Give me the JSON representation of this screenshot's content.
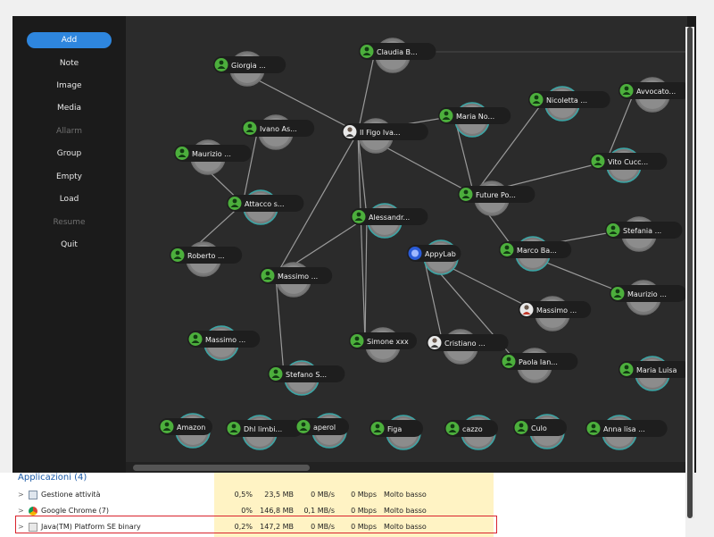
{
  "sidebar": {
    "items": [
      {
        "label": "Add",
        "state": "primary"
      },
      {
        "label": "Note",
        "state": "normal"
      },
      {
        "label": "Image",
        "state": "normal"
      },
      {
        "label": "Media",
        "state": "normal"
      },
      {
        "label": "Allarm",
        "state": "disabled"
      },
      {
        "label": "Group",
        "state": "normal"
      },
      {
        "label": "Empty",
        "state": "normal"
      },
      {
        "label": "Load",
        "state": "normal"
      },
      {
        "label": "Resume",
        "state": "disabled"
      },
      {
        "label": "Quit",
        "state": "normal"
      }
    ]
  },
  "graph": {
    "nodes": [
      {
        "id": "claudia",
        "label": "Claudia B...",
        "icon": "user",
        "ring": "grey"
      },
      {
        "id": "giorgia",
        "label": "Giorgia ...",
        "icon": "user",
        "ring": "grey"
      },
      {
        "id": "ivano",
        "label": "Ivano As...",
        "icon": "user",
        "ring": "grey"
      },
      {
        "id": "figo",
        "label": "Il Figo Iva...",
        "icon": "photo",
        "ring": "grey"
      },
      {
        "id": "maria_no",
        "label": "Maria No...",
        "icon": "user",
        "ring": "teal"
      },
      {
        "id": "nicoletta",
        "label": "Nicoletta ...",
        "icon": "user",
        "ring": "teal"
      },
      {
        "id": "avvocato",
        "label": "Avvocato...",
        "icon": "user",
        "ring": "grey"
      },
      {
        "id": "maurizio1",
        "label": "Maurizio ...",
        "icon": "user",
        "ring": "grey"
      },
      {
        "id": "vito",
        "label": "Vito Cucc...",
        "icon": "user",
        "ring": "teal"
      },
      {
        "id": "attacco",
        "label": "Attacco s...",
        "icon": "user",
        "ring": "teal"
      },
      {
        "id": "future",
        "label": "Future Po...",
        "icon": "user",
        "ring": "grey"
      },
      {
        "id": "alessandro",
        "label": "Alessandr...",
        "icon": "user",
        "ring": "teal"
      },
      {
        "id": "stefania",
        "label": "Stefania ...",
        "icon": "user",
        "ring": "grey"
      },
      {
        "id": "roberto",
        "label": "Roberto ...",
        "icon": "user",
        "ring": "grey"
      },
      {
        "id": "appylab",
        "label": "AppyLab",
        "icon": "logo",
        "ring": "teal"
      },
      {
        "id": "marco",
        "label": "Marco Ba...",
        "icon": "user",
        "ring": "teal"
      },
      {
        "id": "massimo1",
        "label": "Massimo ...",
        "icon": "user",
        "ring": "grey"
      },
      {
        "id": "maurizio2",
        "label": "Maurizio ...",
        "icon": "user",
        "ring": "grey"
      },
      {
        "id": "massimo2",
        "label": "Massimo ...",
        "icon": "photo2",
        "ring": "grey"
      },
      {
        "id": "massimo3",
        "label": "Massimo ...",
        "icon": "user",
        "ring": "teal"
      },
      {
        "id": "simone",
        "label": "Simone xxx",
        "icon": "user",
        "ring": "grey"
      },
      {
        "id": "cristiano",
        "label": "Cristiano ...",
        "icon": "photo3",
        "ring": "grey"
      },
      {
        "id": "paola",
        "label": "Paola Ian...",
        "icon": "user",
        "ring": "grey"
      },
      {
        "id": "stefano",
        "label": "Stefano S...",
        "icon": "user",
        "ring": "teal"
      },
      {
        "id": "maria_luisa",
        "label": "Maria Luisa",
        "icon": "user",
        "ring": "teal"
      },
      {
        "id": "amazon",
        "label": "Amazon",
        "icon": "user",
        "ring": "teal"
      },
      {
        "id": "dhl",
        "label": "Dhl limbi...",
        "icon": "user",
        "ring": "teal"
      },
      {
        "id": "aperol",
        "label": "aperol",
        "icon": "user",
        "ring": "teal"
      },
      {
        "id": "figa",
        "label": "Figa",
        "icon": "user",
        "ring": "teal"
      },
      {
        "id": "cazzo",
        "label": "cazzo",
        "icon": "user",
        "ring": "teal"
      },
      {
        "id": "culo",
        "label": "Culo",
        "icon": "user",
        "ring": "teal"
      },
      {
        "id": "anna",
        "label": "Anna lisa ...",
        "icon": "user",
        "ring": "teal"
      }
    ],
    "edges": [
      [
        "figo",
        "claudia"
      ],
      [
        "figo",
        "giorgia"
      ],
      [
        "figo",
        "future"
      ],
      [
        "figo",
        "alessandro"
      ],
      [
        "figo",
        "massimo1"
      ],
      [
        "figo",
        "simone"
      ],
      [
        "figo",
        "maria_no"
      ],
      [
        "ivano",
        "attacco"
      ],
      [
        "maurizio1",
        "attacco"
      ],
      [
        "roberto",
        "attacco"
      ],
      [
        "future",
        "nicoletta"
      ],
      [
        "future",
        "maria_no"
      ],
      [
        "future",
        "vito"
      ],
      [
        "future",
        "marco"
      ],
      [
        "vito",
        "avvocato"
      ],
      [
        "marco",
        "stefania"
      ],
      [
        "marco",
        "maurizio2"
      ],
      [
        "appylab",
        "massimo2"
      ],
      [
        "appylab",
        "cristiano"
      ],
      [
        "appylab",
        "paola"
      ],
      [
        "massimo1",
        "stefano"
      ],
      [
        "massimo1",
        "alessandro"
      ],
      [
        "alessandro",
        "simone"
      ]
    ]
  },
  "task_manager": {
    "group_title": "Applicazioni (4)",
    "rows": [
      {
        "expander": ">",
        "icon": "taskmgr-icon",
        "name": "Gestione attività",
        "cpu": "0,5%",
        "memory": "23,5 MB",
        "disk": "0 MB/s",
        "network": "0 Mbps",
        "power": "Molto basso"
      },
      {
        "expander": ">",
        "icon": "chrome-icon",
        "name": "Google Chrome (7)",
        "cpu": "0%",
        "memory": "146,8 MB",
        "disk": "0,1 MB/s",
        "network": "0 Mbps",
        "power": "Molto basso"
      },
      {
        "expander": ">",
        "icon": "java-icon",
        "name": "Java(TM) Platform SE binary",
        "cpu": "0,2%",
        "memory": "147,2 MB",
        "disk": "0 MB/s",
        "network": "0 Mbps",
        "power": "Molto basso"
      }
    ]
  },
  "colors": {
    "accent": "#2e86de",
    "user_icon": "#4caf3c",
    "teal_ring": "#3aa6a6",
    "highlight": "#d9232d",
    "cell_bg": "#fff3c4"
  }
}
